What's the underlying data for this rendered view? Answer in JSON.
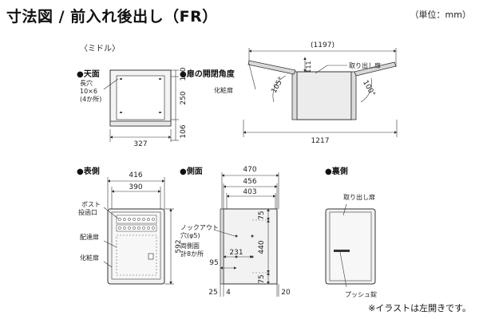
{
  "title": "寸法図 / 前入れ後出し（FR）",
  "unit": "（単位：mm）",
  "variant": "〈ミドル〉",
  "sections": {
    "top": "●天面",
    "door_angle": "●扉の開閉角度",
    "front": "●表側",
    "side": "●側面",
    "back": "●裏側"
  },
  "top_view": {
    "slot_label": [
      "長穴",
      "10×6",
      "(4か所)"
    ],
    "dims": {
      "top_100": "100",
      "mid_250": "250",
      "bottom_106": "106",
      "width_327": "327"
    }
  },
  "door_view": {
    "overall_1197": "(1197)",
    "overall_1217": "1217",
    "angle_left": "105°",
    "angle_right": "100°",
    "dim_111": "111",
    "label_takeout": "取り出し扉",
    "label_cosmetic": "化粧扉"
  },
  "front_view": {
    "w_416": "416",
    "w_390": "390",
    "h_592": "592",
    "label_post": [
      "ポスト",
      "投函口"
    ],
    "label_delivery": "配達扉",
    "label_cosmetic": "化粧扉"
  },
  "side_view": {
    "d_470": "470",
    "d_456": "456",
    "d_403": "403",
    "h_75_top": "75",
    "h_440": "440",
    "h_75_bottom": "75",
    "d_231": "231",
    "d_95": "95",
    "d_25": "25",
    "d_4": "4",
    "d_20": "20",
    "label_knockout": [
      "ノックアウト",
      "穴(φ5)",
      "両側面",
      "計8か所"
    ]
  },
  "back_view": {
    "label_takeout": "取り出し扉",
    "label_push": "プッシュ錠"
  },
  "note": "※イラストは左開きです。"
}
